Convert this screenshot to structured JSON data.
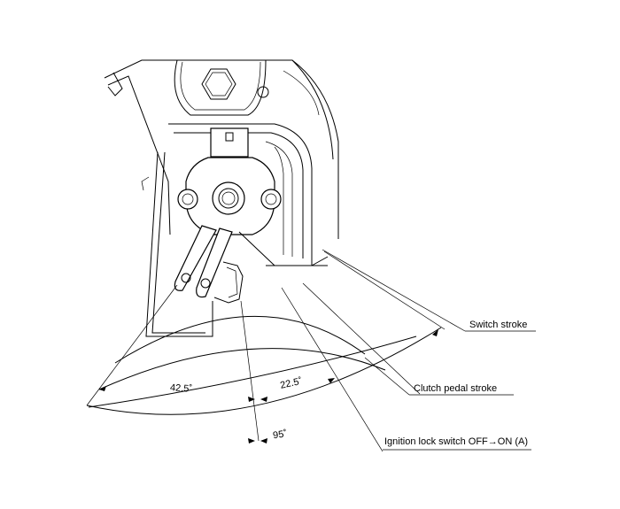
{
  "labels": {
    "switch_stroke": "Switch stroke",
    "clutch_pedal_stroke": "Clutch pedal stroke",
    "ignition_lock": "Ignition lock switch OFF→ON (A)"
  },
  "angles": {
    "a1": "42.5˚",
    "a2": "22.5˚",
    "a3": "95˚"
  }
}
